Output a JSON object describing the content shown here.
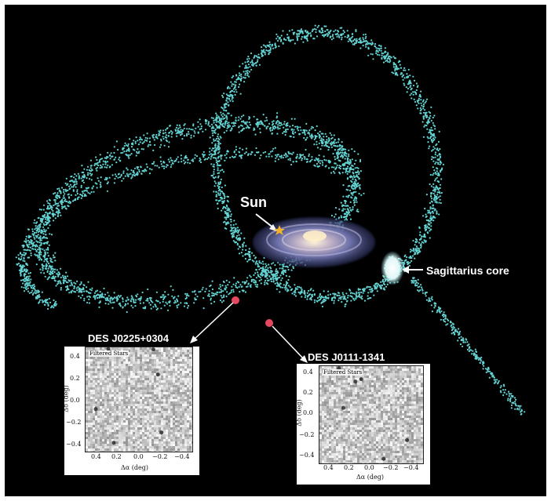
{
  "labels": {
    "sun": "Sun",
    "sagittarius_core": "Sagittarius core"
  },
  "insets": [
    {
      "title": "DES J0225+0304",
      "plot_text": "Filtered Stars",
      "x_ticks": [
        "0.4",
        "0.2",
        "0.0",
        "−0.2",
        "−0.4"
      ],
      "y_ticks": [
        "0.4",
        "0.2",
        "0.0",
        "−0.2",
        "−0.4"
      ],
      "xlabel": "Δα (deg)",
      "ylabel": "Δδ (deg)"
    },
    {
      "title": "DES J0111-1341",
      "plot_text": "Filtered Stars",
      "x_ticks": [
        "0.4",
        "0.2",
        "0.0",
        "−0.2",
        "−0.4"
      ],
      "y_ticks": [
        "0.4",
        "0.2",
        "0.0",
        "−0.2",
        "−0.4"
      ],
      "xlabel": "Δα (deg)",
      "ylabel": "Δδ (deg)"
    }
  ],
  "colors": {
    "background": "#000000",
    "stream": "#64d3d3",
    "marker": "#e5485f",
    "sun_star": "#f2b22a",
    "label": "#ffffff"
  }
}
